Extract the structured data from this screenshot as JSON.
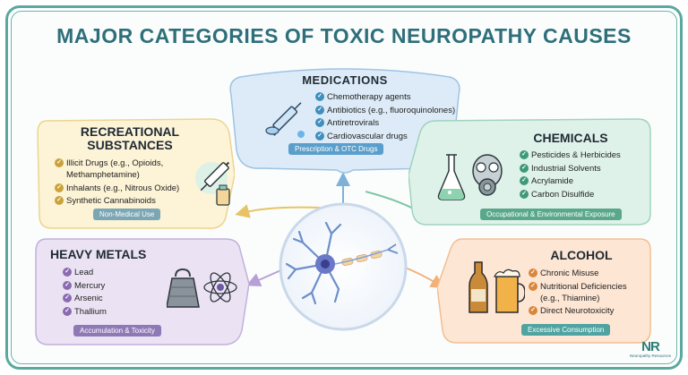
{
  "title": "MAJOR CATEGORIES OF TOXIC NEUROPATHY CAUSES",
  "categories": {
    "medications": {
      "title": "MEDICATIONS",
      "items": [
        "Chemotherapy agents",
        "Antibiotics (e.g., fluoroquinolones)",
        "Antiretrovirals",
        "Cardiovascular drugs"
      ],
      "tag": "Prescription & OTC Drugs",
      "color": "#dcebf7"
    },
    "recreational": {
      "title_line1": "RECREATIONAL",
      "title_line2": "SUBSTANCES",
      "items": [
        "Illicit Drugs (e.g., Opioids,",
        "Methamphetamine)",
        "Inhalants (e.g., Nitrous Oxide)",
        "Synthetic Cannabinoids"
      ],
      "tag": "Non-Medical Use",
      "color": "#fdf3d6"
    },
    "chemicals": {
      "title": "CHEMICALS",
      "items": [
        "Pesticides & Herbicides",
        "Industrial Solvents",
        "Acrylamide",
        "Carbon Disulfide"
      ],
      "tag": "Occupational & Environmental Exposure",
      "color": "#dff2ea"
    },
    "heavy_metals": {
      "title": "HEAVY METALS",
      "items": [
        "Lead",
        "Mercury",
        "Arsenic",
        "Thallium"
      ],
      "tag": "Accumulation & Toxicity",
      "color": "#ebe3f3"
    },
    "alcohol": {
      "title": "ALCOHOL",
      "items": [
        "Chronic Misuse",
        "Nutritional Deficiencies",
        "(e.g., Thiamine)",
        "Direct Neurotoxicity"
      ],
      "tag": "Excessive Consumption",
      "color": "#fde6d3"
    }
  },
  "icons": [
    "syringe-pills-icon",
    "syringe-bottle-icon",
    "flask-gas-mask-icon",
    "weight-atom-icon",
    "bottle-beer-icon",
    "neuron-icon"
  ],
  "brand": {
    "mark": "NR",
    "name": "Neuropathy Resources"
  }
}
